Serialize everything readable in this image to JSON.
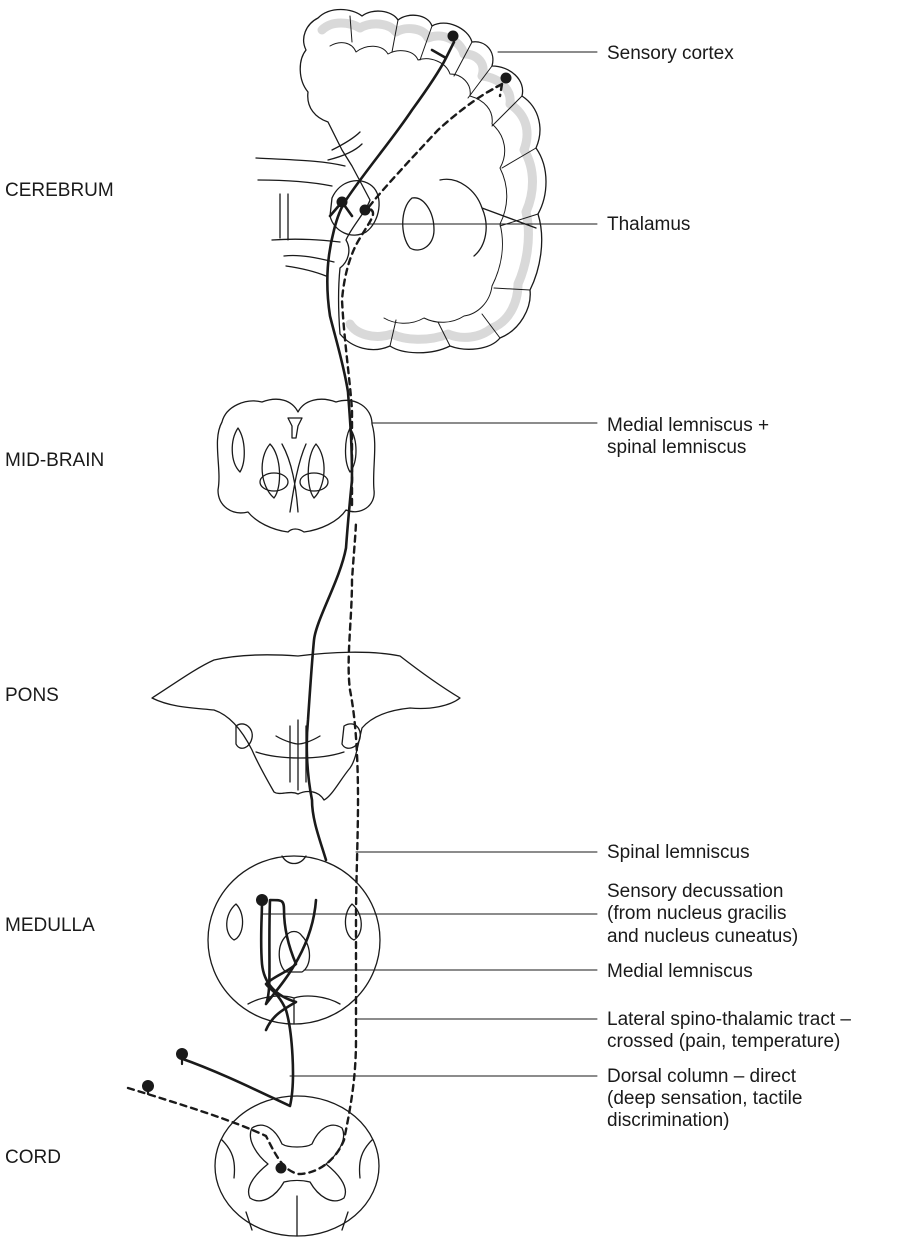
{
  "levels": {
    "cerebrum": "CEREBRUM",
    "midbrain": "MID-BRAIN",
    "pons": "PONS",
    "medulla": "MEDULLA",
    "cord": "CORD"
  },
  "labels": {
    "sensory_cortex": "Sensory cortex",
    "thalamus": "Thalamus",
    "medial_spinal_lemniscus": [
      "Medial lemniscus +",
      "spinal lemniscus"
    ],
    "spinal_lemniscus": "Spinal lemniscus",
    "sensory_decussation": [
      "Sensory decussation",
      "(from nucleus gracilis",
      "and nucleus cuneatus)"
    ],
    "medial_lemniscus": "Medial lemniscus",
    "lateral_spinothalamic": [
      "Lateral spino-thalamic tract –",
      "crossed (pain, temperature)"
    ],
    "dorsal_column": [
      "Dorsal column – direct",
      "(deep sensation, tactile",
      "discrimination)"
    ]
  },
  "colors": {
    "ink": "#1a1a1a",
    "grey_matter": "#d9d9d9",
    "background": "#ffffff"
  },
  "legend_encoding": {
    "solid_line": "dorsal column pathway",
    "dashed_line": "spino-thalamic pathway"
  }
}
